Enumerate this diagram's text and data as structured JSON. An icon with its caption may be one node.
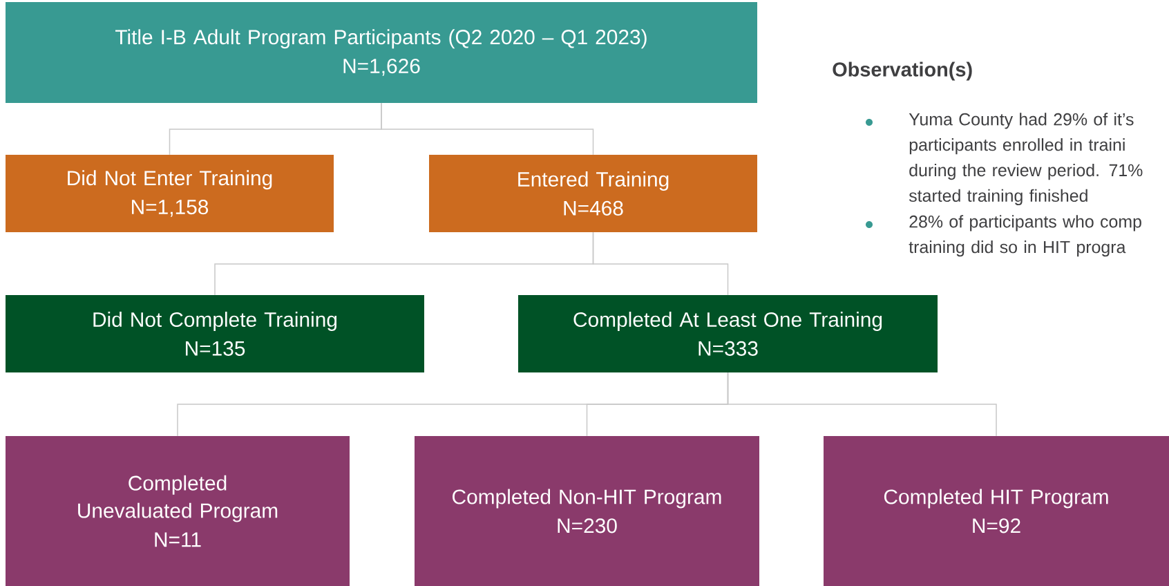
{
  "diagram": {
    "nodes": [
      {
        "text": [
          "Title I-B Adult Program Participants (Q2 2020 – Q1 2023)",
          "N=1,626"
        ]
      },
      {
        "text": [
          "Did Not Enter Training",
          "N=1,158"
        ]
      },
      {
        "text": [
          "Entered Training",
          "N=468"
        ]
      },
      {
        "text": [
          "Did Not Complete Training",
          "N=135"
        ]
      },
      {
        "text": [
          "Completed At Least One Training",
          "N=333"
        ]
      },
      {
        "text": [
          "Completed Unevaluated Program",
          "N=11"
        ]
      },
      {
        "text": [
          "Completed Non-HIT Program",
          "N=230"
        ]
      },
      {
        "text": [
          "Completed HIT Program",
          "N=92"
        ]
      }
    ],
    "edges": [
      {
        "from": 0,
        "to": 1,
        "arrow": "none"
      },
      {
        "from": 0,
        "to": 2,
        "arrow": "none"
      },
      {
        "from": 2,
        "to": 3,
        "arrow": "none"
      },
      {
        "from": 2,
        "to": 4,
        "arrow": "none"
      },
      {
        "from": 4,
        "to": 5,
        "arrow": "none"
      },
      {
        "from": 4,
        "to": 6,
        "arrow": "none"
      },
      {
        "from": 4,
        "to": 7,
        "arrow": "none"
      }
    ],
    "labels": [
      "Observation(s)",
      "Yuma County had 29% of it’s participants enrolled in traini during the review period. 71% started training finished",
      "28% of participants who comp training did so in HIT progra"
    ]
  }
}
